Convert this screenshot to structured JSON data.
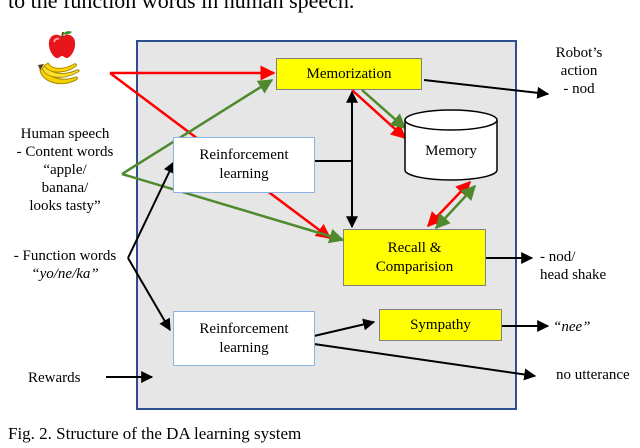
{
  "header": {
    "text": "to the function words in human speech."
  },
  "inputs": {
    "human_speech": "Human speech",
    "content_words": "- Content words",
    "content_examples": [
      "“apple/",
      "banana/",
      "looks tasty”"
    ],
    "function_words": "- Function words",
    "function_examples": "“yo/ne/ka”",
    "rewards": "Rewards"
  },
  "modules": {
    "memorization": "Memorization",
    "memory": "Memory",
    "reinforcement_top": [
      "Reinforcement",
      "learning"
    ],
    "recall": [
      "Recall &",
      "Comparision"
    ],
    "reinforcement_bottom": [
      "Reinforcement",
      "learning"
    ],
    "sympathy": "Sympathy"
  },
  "outputs": {
    "robot_action": [
      "Robot’s",
      "action",
      "- nod"
    ],
    "nod_shake": [
      "- nod/",
      "head shake"
    ],
    "nee": "“nee”",
    "no_utterance": "no utterance"
  },
  "caption": "Fig. 2.   Structure of the DA learning system",
  "colors": {
    "frame_border": "#2e4f8f",
    "frame_fill": "#e6e6e6",
    "module_yellow": "#ffff00",
    "module_white_border": "#8db3e2",
    "arrow_red": "#ff0000",
    "arrow_green": "#4f8a2e",
    "arrow_black": "#000000"
  },
  "icons": [
    "apple-icon",
    "banana-icon"
  ]
}
